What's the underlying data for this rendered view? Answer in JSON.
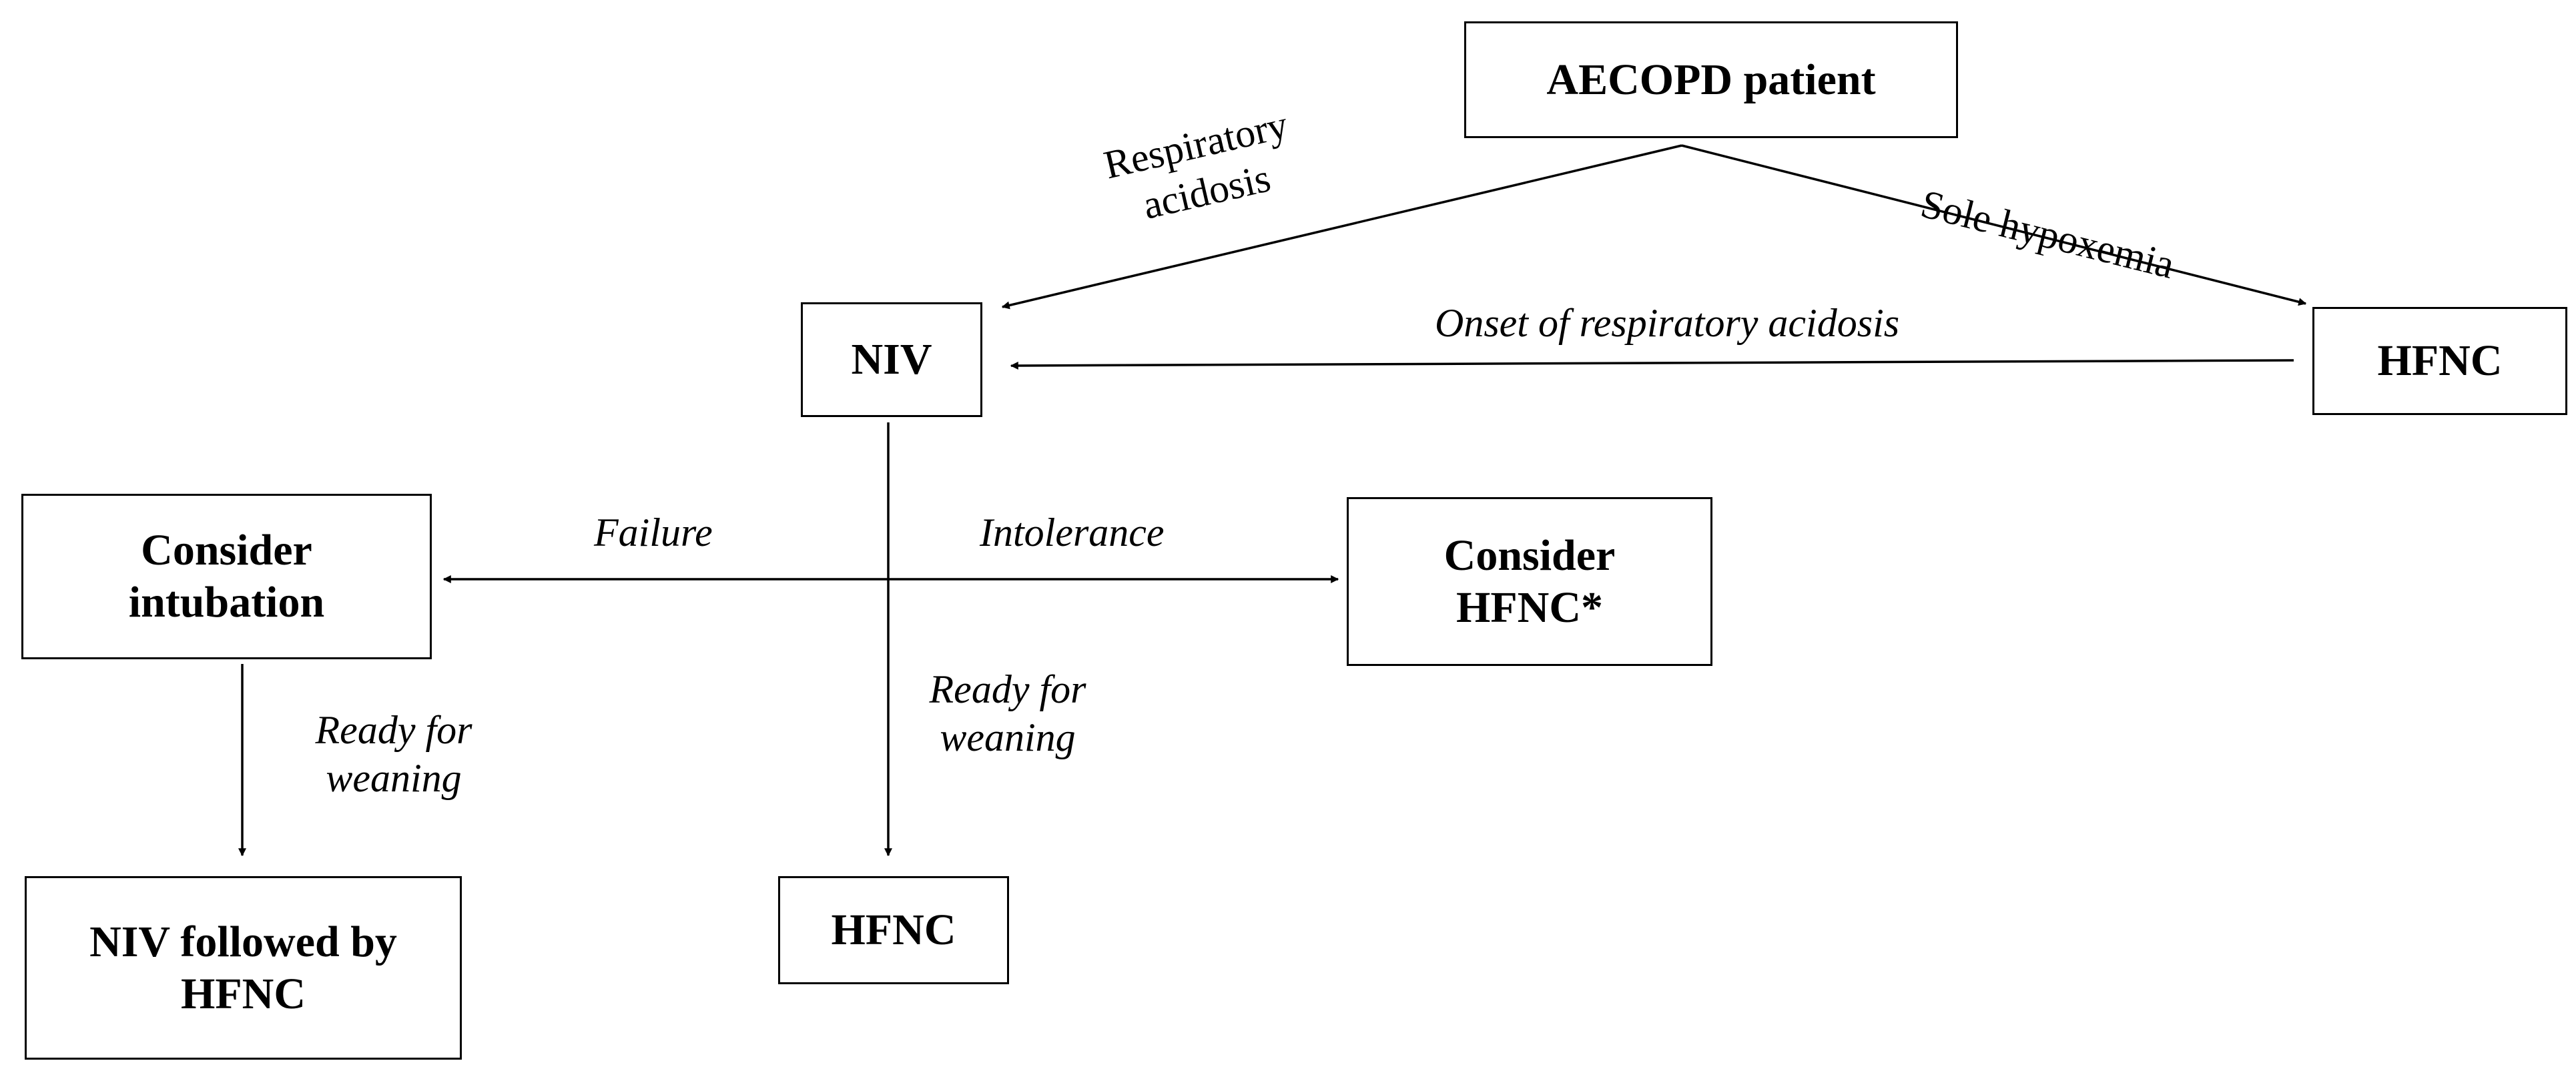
{
  "nodes": {
    "aecopd_patient": "AECOPD patient",
    "niv": "NIV",
    "hfnc_right": "HFNC",
    "consider_intubation": "Consider intubation",
    "consider_hfnc": "Consider HFNC*",
    "niv_followed_by_hfnc": "NIV followed by HFNC",
    "hfnc_bottom": "HFNC"
  },
  "edges": {
    "respiratory_acidosis": "Respiratory acidosis",
    "sole_hypoxemia": "Sole hypoxemia",
    "onset_of_respiratory_acidosis": "Onset of respiratory acidosis",
    "failure": "Failure",
    "intolerance": "Intolerance",
    "ready_for_weaning_left": "Ready for weaning",
    "ready_for_weaning_center": "Ready for weaning"
  }
}
